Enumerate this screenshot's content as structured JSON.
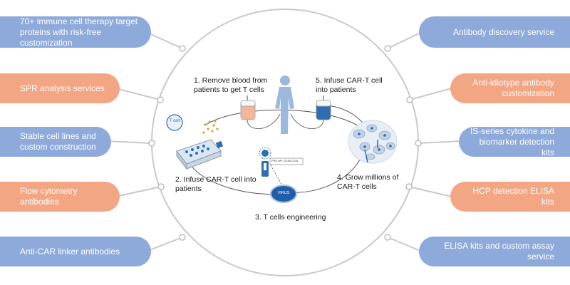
{
  "left_services": [
    {
      "label": "70+ immune cell therapy target proteins with risk-free customization",
      "color": "#8eaadb"
    },
    {
      "label": "SPR analysis services",
      "color": "#f2a684"
    },
    {
      "label": "Stable cell lines and custom construction",
      "color": "#8eaadb"
    },
    {
      "label": "Flow cytometry antibodies",
      "color": "#f2a684"
    },
    {
      "label": "Anti-CAR linker antibodies",
      "color": "#8eaadb"
    }
  ],
  "right_services": [
    {
      "label": "Antibody discovery service",
      "color": "#8eaadb"
    },
    {
      "label": "Anti-idiotype antibody customization",
      "color": "#f2a684"
    },
    {
      "label": "IS-series cytokine and biomarker detection kits",
      "color": "#8eaadb"
    },
    {
      "label": "HCP detection ELISA kits",
      "color": "#f2a684"
    },
    {
      "label": "ELISA kits and custom assay service",
      "color": "#8eaadb"
    }
  ],
  "steps": {
    "s1": "1. Remove blood from patients to get T cells",
    "s2": "2. Infuse CAR-T cell into patients",
    "s3": "3. T cells engineering",
    "s4": "4. Grow millions of CAR-T cells",
    "s5": "5. Infuse CAR-T cell into patients"
  },
  "icons": {
    "t_cell_label": "T cell",
    "virus_label": "VIRUS",
    "vector_label": "PRS    hPr CD38 CD3ζ"
  },
  "colors": {
    "circle_stroke": "#c9c9c9",
    "blood_bag": "#f4b59a",
    "car_t_bag": "#2e6db4",
    "accent_blue": "#2e6db4"
  }
}
